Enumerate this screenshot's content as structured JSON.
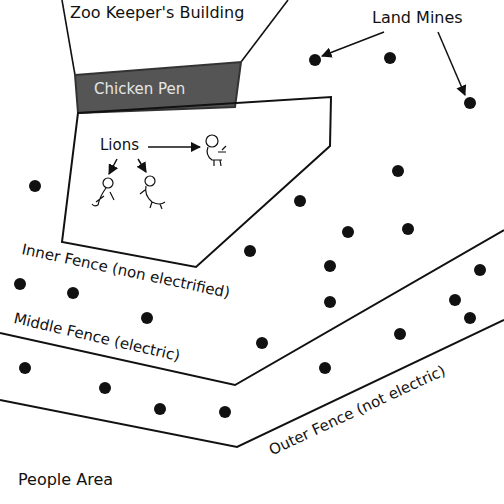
{
  "diagram": {
    "nodes": [
      {
        "text": [
          "Zoo Keeper's Building"
        ]
      },
      {
        "text": [
          "Chicken Pen"
        ]
      },
      {
        "text": [
          "Lions"
        ]
      }
    ],
    "labels": [
      "Land Mines",
      "Inner Fence (non electrified)",
      "Middle Fence (electric)",
      "Outer Fence (not electric)",
      "People Area"
    ]
  }
}
